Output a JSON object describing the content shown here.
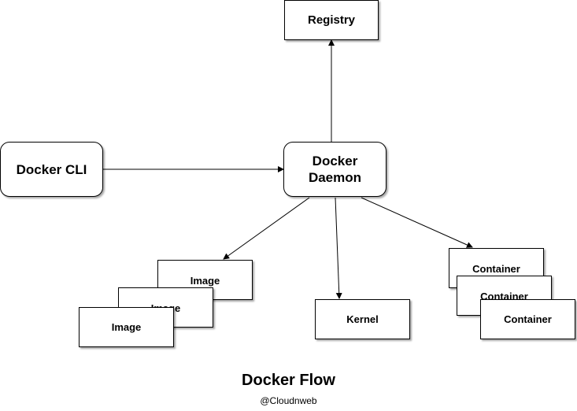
{
  "diagram": {
    "nodes": {
      "registry": "Registry",
      "docker_cli": "Docker CLI",
      "daemon_line1": "Docker",
      "daemon_line2": "Daemon",
      "kernel": "Kernel",
      "images": [
        "Image",
        "Image",
        "Image"
      ],
      "containers": [
        "Container",
        "Container",
        "Container"
      ]
    },
    "edges": [
      {
        "from": "Docker CLI",
        "to": "Docker Daemon"
      },
      {
        "from": "Docker Daemon",
        "to": "Registry"
      },
      {
        "from": "Docker Daemon",
        "to": "Image"
      },
      {
        "from": "Docker Daemon",
        "to": "Kernel"
      },
      {
        "from": "Docker Daemon",
        "to": "Container"
      }
    ]
  },
  "title": "Docker Flow",
  "credit": "@Cloudnweb"
}
